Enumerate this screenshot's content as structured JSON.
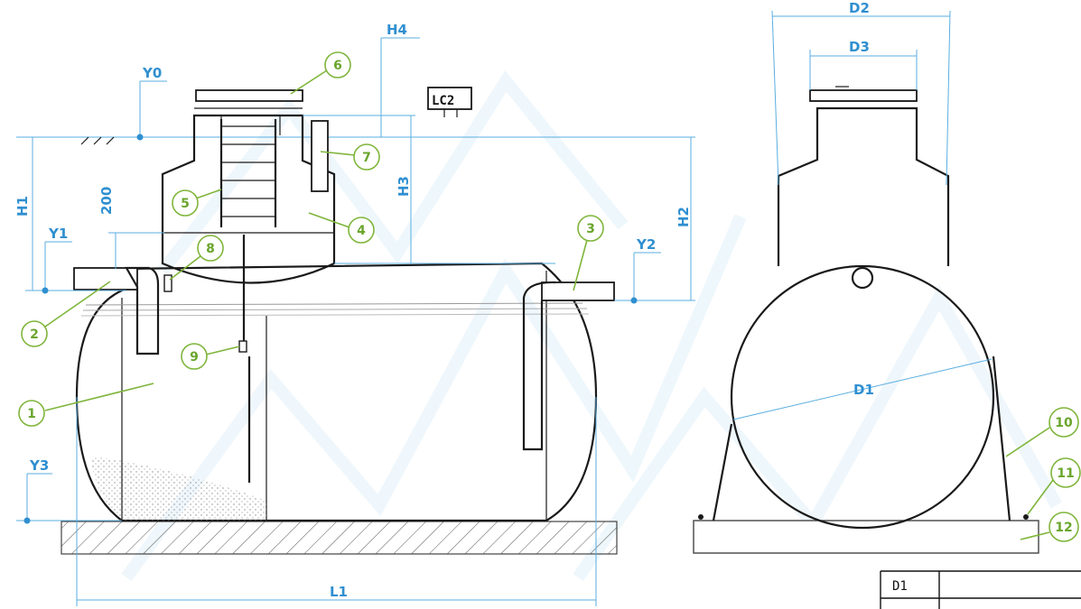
{
  "dimensions": {
    "y0": "Y0",
    "y1": "Y1",
    "y2": "Y2",
    "y3": "Y3",
    "h1": "H1",
    "h2": "H2",
    "h3": "H3",
    "h4": "H4",
    "l1": "L1",
    "d1": "D1",
    "d2": "D2",
    "d3": "D3",
    "offset_200": "200"
  },
  "tag": "LC2",
  "callouts": [
    "1",
    "2",
    "3",
    "4",
    "5",
    "6",
    "7",
    "8",
    "9",
    "10",
    "11",
    "12"
  ],
  "table": {
    "row1_label": "D1"
  },
  "colors": {
    "dimension": "#2f8fd0",
    "callout": "#7fb53b",
    "outline": "#1a1a1a"
  }
}
